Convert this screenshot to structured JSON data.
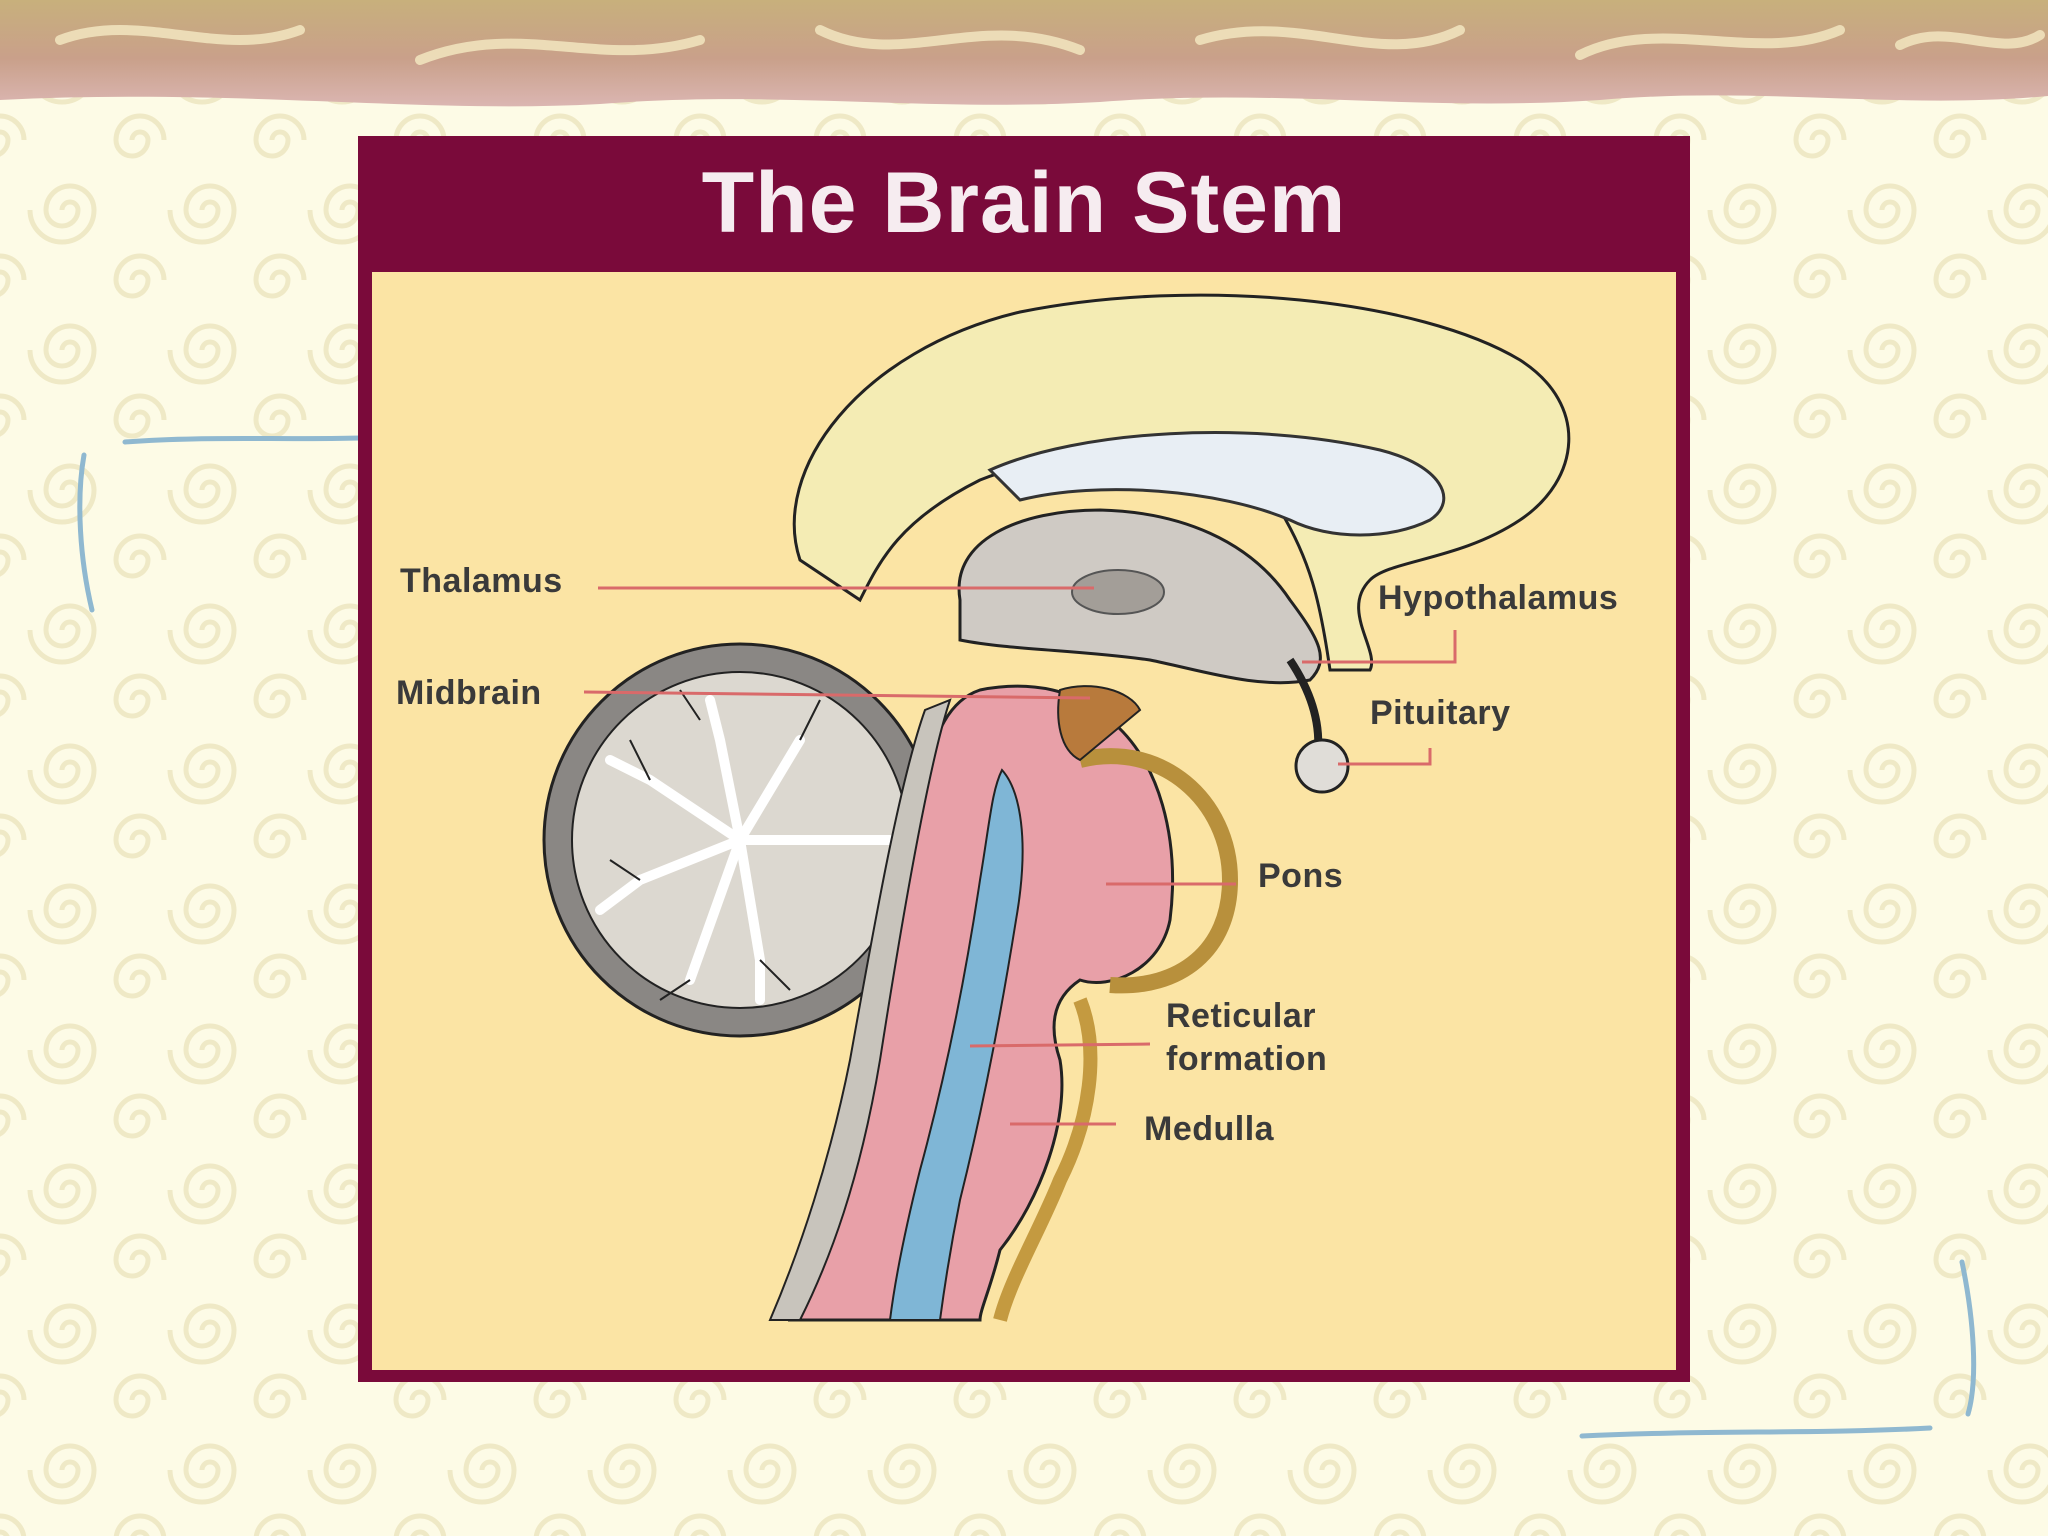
{
  "slide": {
    "title": "The Brain Stem"
  },
  "labels": {
    "thalamus": "Thalamus",
    "midbrain": "Midbrain",
    "hypothalamus": "Hypothalamus",
    "pituitary": "Pituitary",
    "pons": "Pons",
    "reticular_line1": "Reticular",
    "reticular_line2": "formation",
    "medulla": "Medulla"
  },
  "colors": {
    "frame": "#7a0a3a",
    "panel": "#fbe4a4",
    "background": "#fdfbe6",
    "leader_line": "#d96a6a",
    "brainstem": "#e8a0a8",
    "canal": "#7fb6d6",
    "cerebellum": "#d8d4cc",
    "corpus": "#f4ecb4"
  }
}
